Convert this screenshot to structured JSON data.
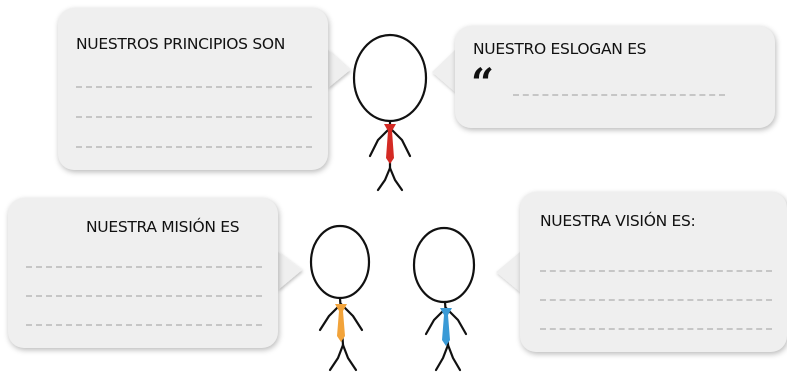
{
  "bubbles": {
    "principles": {
      "label": "NUESTROS PRINCIPIOS SON"
    },
    "slogan": {
      "label": "NUESTRO ESLOGAN ES",
      "quote_mark": "“"
    },
    "mission": {
      "label": "NUESTRA MISIÓN ES"
    },
    "vision": {
      "label": "NUESTRA VISIÓN ES:"
    }
  },
  "figures": [
    {
      "name": "top",
      "tie_color": "#d42a24"
    },
    {
      "name": "bottom-left",
      "tie_color": "#f2a33a"
    },
    {
      "name": "bottom-right",
      "tie_color": "#3a9ad6"
    }
  ]
}
